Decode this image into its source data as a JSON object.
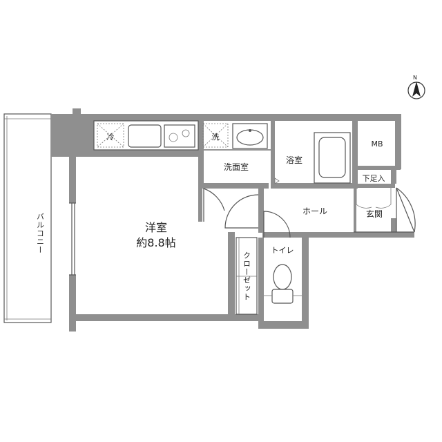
{
  "rooms": {
    "western_room": "洋室",
    "western_room_size": "約8.8帖",
    "washroom": "洗面室",
    "bathroom": "浴室",
    "hall": "ホール",
    "entrance": "玄関",
    "shoe_box": "下足入",
    "toilet": "トイレ",
    "closet": "クローゼット",
    "balcony": "バルコニー",
    "mb": "MB"
  },
  "fixtures": {
    "refrigerator": "冷",
    "washer": "洗"
  },
  "compass": {
    "north": "N"
  },
  "colors": {
    "wall": "#8f8f8f",
    "line": "#555555",
    "background": "#ffffff"
  }
}
